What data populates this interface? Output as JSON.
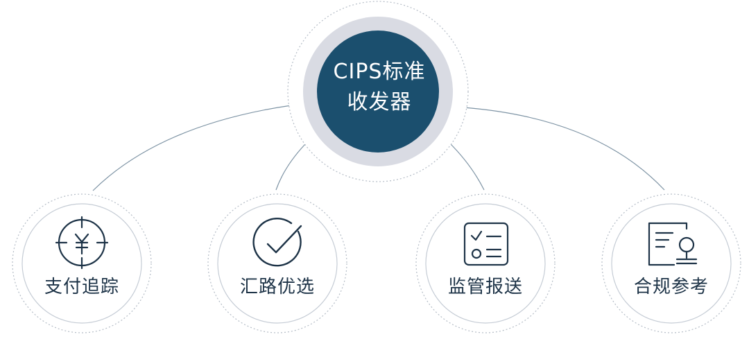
{
  "center": {
    "line1": "CIPS标准",
    "line2": "收发器",
    "fill_color": "#1b4f6e",
    "ring_color": "#d9dbe3"
  },
  "nodes": [
    {
      "label": "支付追踪",
      "icon": "yuan-crosshair-icon"
    },
    {
      "label": "汇路优选",
      "icon": "circle-check-icon"
    },
    {
      "label": "监管报送",
      "icon": "checklist-icon"
    },
    {
      "label": "合规参考",
      "icon": "certificate-document-icon"
    }
  ],
  "colors": {
    "line": "#6f8597",
    "icon": "#1d3347",
    "dotted": "#b4bcc6",
    "inner_ring": "#c5ccd5"
  }
}
